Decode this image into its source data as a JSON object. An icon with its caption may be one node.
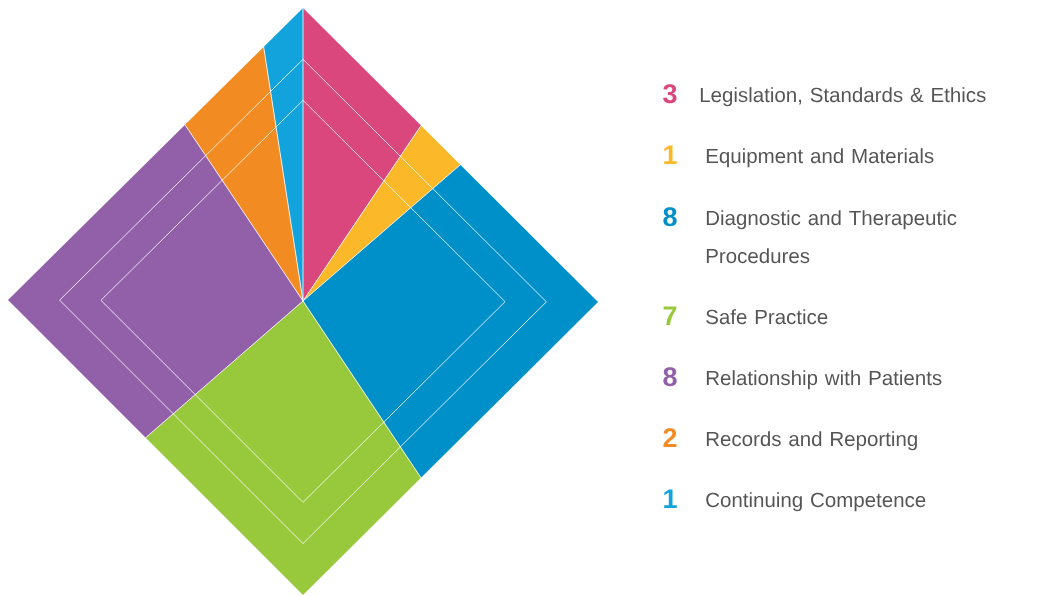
{
  "diagram": {
    "labels": [
      "3",
      "1",
      "8",
      "7",
      "8",
      "2",
      "1"
    ],
    "legend": [
      {
        "text": "Legislation, Standards & Ethics",
        "color": "#d9477c"
      },
      {
        "text": "Equipment and Materials",
        "color": "#fbb829"
      },
      {
        "text": "Diagnostic and Therapeutic Procedures",
        "color": "#0090c9"
      },
      {
        "text": "Safe Practice",
        "color": "#98c93c"
      },
      {
        "text": "Relationship with Patients",
        "color": "#9260a8"
      },
      {
        "text": "Records and Reporting",
        "color": "#f28c22"
      },
      {
        "text": "Continuing Competence",
        "color": "#12a3dd"
      }
    ]
  }
}
